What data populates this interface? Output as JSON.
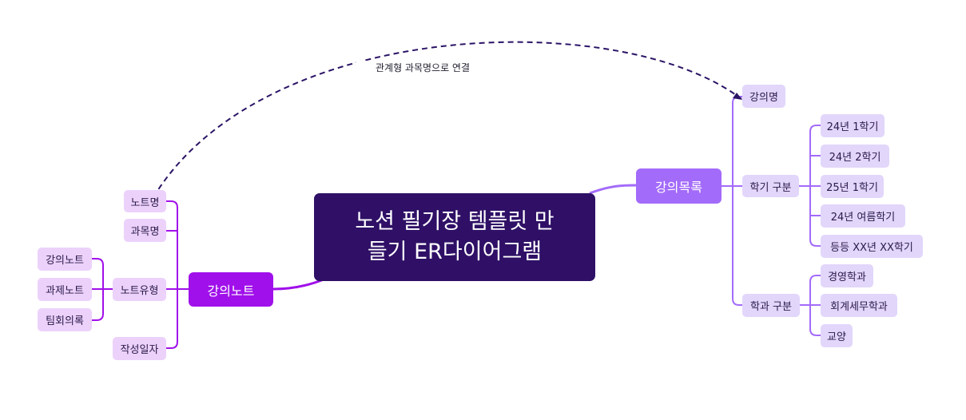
{
  "diagram": {
    "central_topic": {
      "line1": "노션 필기장 템플릿 만",
      "line2": "들기 ER다이어그램"
    },
    "right_branch": {
      "label": "강의목록",
      "children": {
        "lecture_name": "강의명",
        "semester": {
          "label": "학기 구분",
          "items": [
            "24년 1학기",
            "24년 2학기",
            "25년 1학기",
            "24년 여름학기",
            "등등 XX년 XX학기"
          ]
        },
        "department": {
          "label": "학과 구분",
          "items": [
            "경영학과",
            "회계세무학과",
            "교양"
          ]
        }
      }
    },
    "left_branch": {
      "label": "강의노트",
      "children": {
        "note_name": "노트명",
        "subject_name": "과목명",
        "note_type": {
          "label": "노트유형",
          "items": [
            "강의노트",
            "과제노트",
            "팀회의록"
          ]
        },
        "created_date": "작성일자"
      }
    },
    "relationship": {
      "label": "관계형 과목명으로 연결"
    }
  }
}
